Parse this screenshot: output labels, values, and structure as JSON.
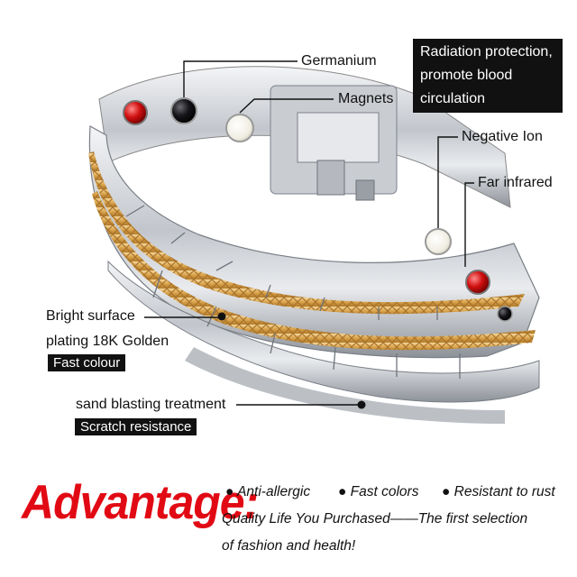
{
  "callouts": {
    "germanium": "Germanium",
    "magnets": "Magnets",
    "negative_ion": "Negative Ion",
    "far_infrared": "Far infrared",
    "bright_surface": "Bright surface",
    "plating": "plating 18K Golden",
    "fast_colour": "Fast colour",
    "sand_blasting": "sand blasting treatment",
    "scratch_resistance": "Scratch resistance"
  },
  "info_box": {
    "line1": "Radiation protection,",
    "line2": "promote blood",
    "line3": "circulation"
  },
  "advantage": {
    "heading": "Advantage:",
    "features": [
      "Anti-allergic",
      "Fast colors",
      "Resistant to rust"
    ],
    "line1": "Quality Life You Purchased——The first selection",
    "line2": "of fashion and health!"
  },
  "colors": {
    "accent_red": "#e10a14",
    "gold": "#e0ad55",
    "silver": "#c8ccd2"
  }
}
